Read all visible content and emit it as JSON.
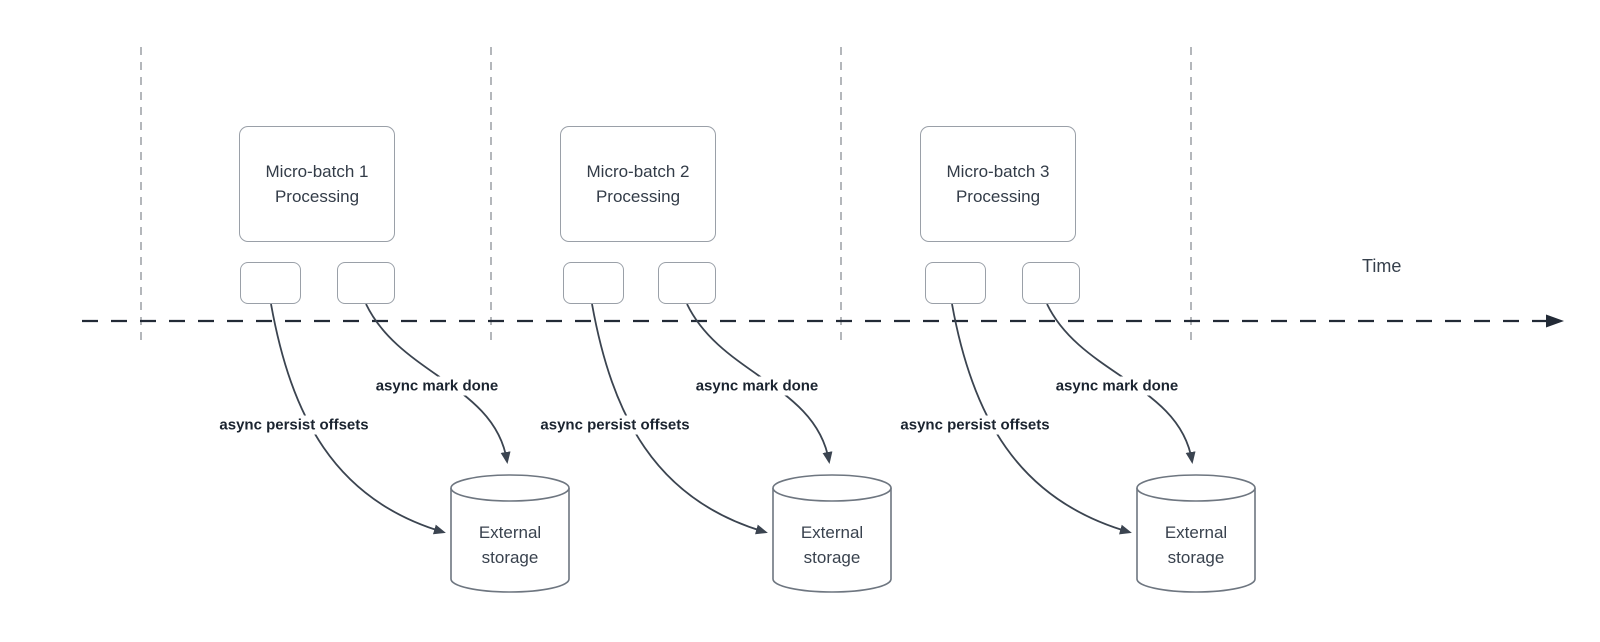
{
  "diagram": {
    "time_axis_label": "Time",
    "groups": [
      {
        "box_line1": "Micro-batch 1",
        "box_line2": "Processing",
        "persist_label": "async persist offsets",
        "done_label": "async mark done",
        "storage_line1": "External",
        "storage_line2": "storage"
      },
      {
        "box_line1": "Micro-batch 2",
        "box_line2": "Processing",
        "persist_label": "async persist offsets",
        "done_label": "async mark done",
        "storage_line1": "External",
        "storage_line2": "storage"
      },
      {
        "box_line1": "Micro-batch 3",
        "box_line2": "Processing",
        "persist_label": "async persist offsets",
        "done_label": "async mark done",
        "storage_line1": "External",
        "storage_line2": "storage"
      }
    ]
  },
  "colors": {
    "background": "#ffffff",
    "arrow_stroke": "#3b4450",
    "box_border": "#9aa0a8",
    "cylinder_border": "#6e7680",
    "box_text": "#333c48",
    "edge_label_text": "#1b2430",
    "timeline_stroke": "#222a36",
    "guide_line": "#b4b7bb"
  }
}
